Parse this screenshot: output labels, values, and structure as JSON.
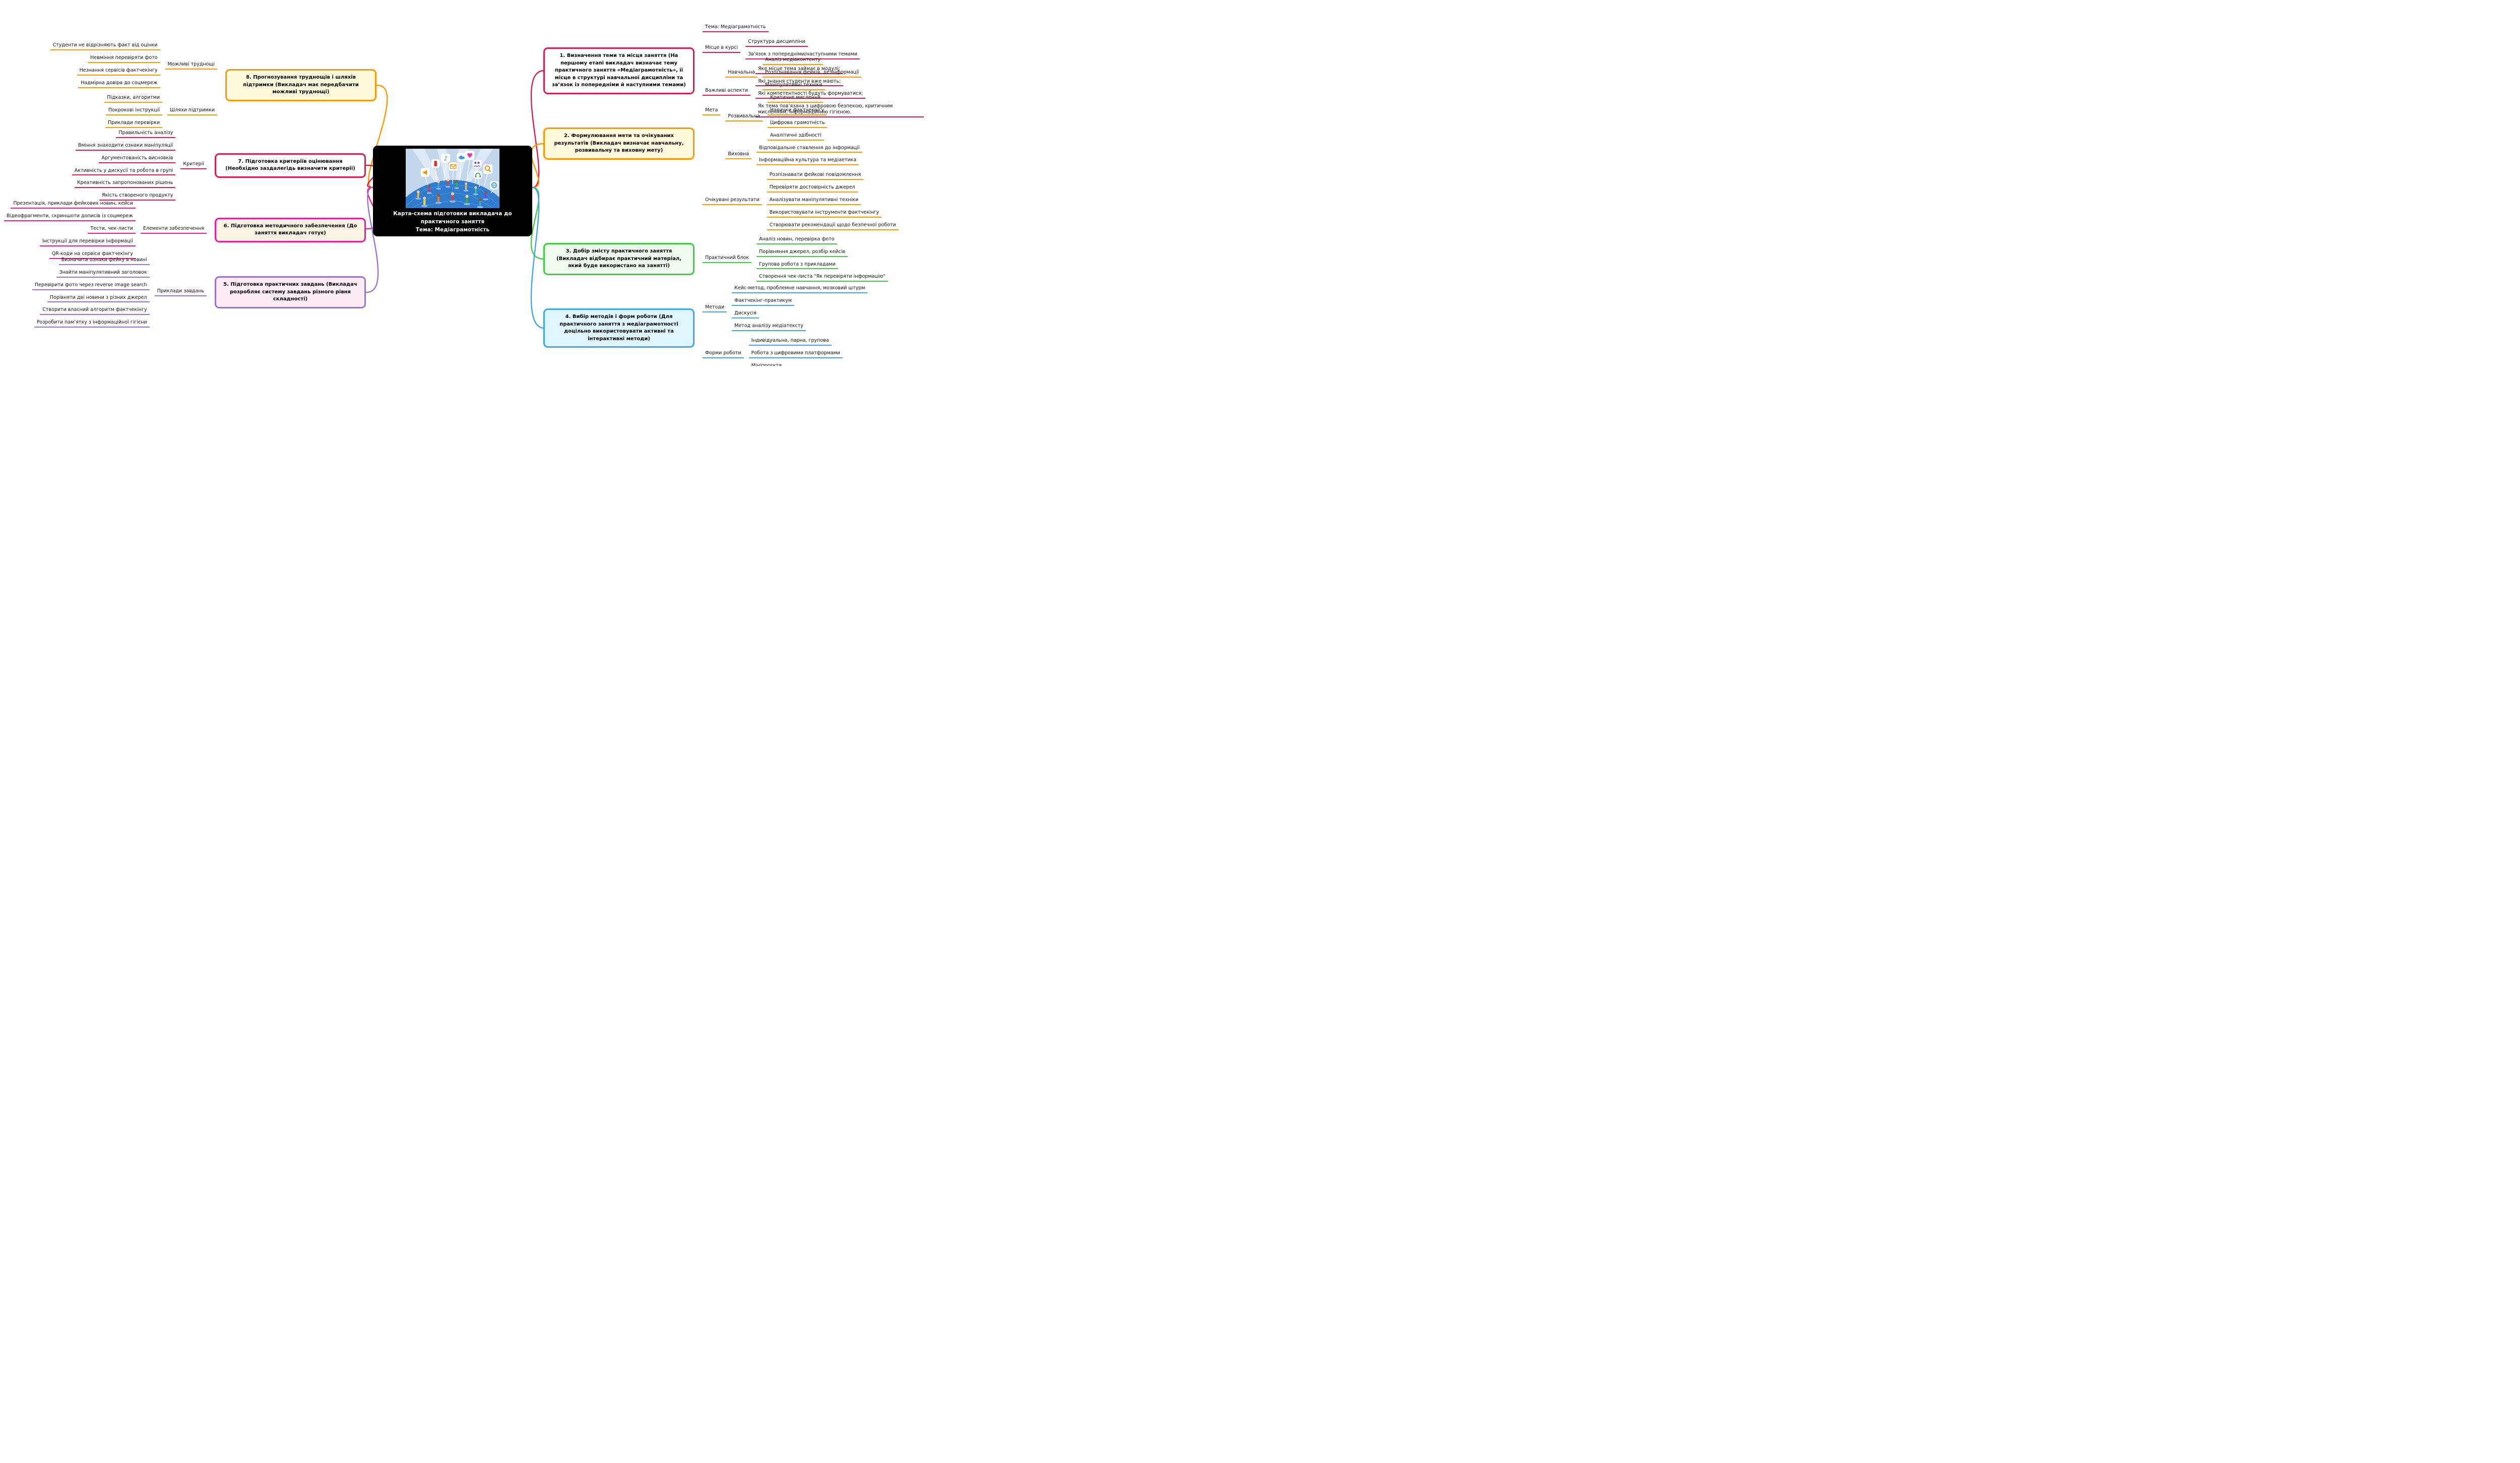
{
  "canvas": {
    "background": "#FFFFFF"
  },
  "center": {
    "title": "Карта-схема підготовки викладача до практичного заняття",
    "topic": "Тема: Медіаграмотність",
    "node_background": "#000000",
    "text_color": "#FFFFFF",
    "illustration_icons": [
      "speaker-icon",
      "phone-icon",
      "music-note-icon",
      "mail-icon",
      "bird-icon",
      "heart-icon",
      "people-icon",
      "headphones-icon",
      "search-icon",
      "globe-icon"
    ]
  },
  "branches": [
    {
      "id": "1",
      "side": "right",
      "color": "#E01A4F",
      "fill": "#FFFFFF",
      "node": "1. Визначення теми та місця заняття (На першому етапі викладач визначає тему практичного заняття «Медіаграмотність», її місце в структурі навчальної дисципліни та зв’язок із попередніми й наступними темами)",
      "groups": [
        {
          "label": null,
          "items": [
            "Тема: Медіаграмотність"
          ]
        },
        {
          "label": "Місце в курсі",
          "items": [
            "Структура дисципліни",
            "Зв'язок з попередніми/наступними темами"
          ]
        },
        {
          "label": "Важливі аспекти",
          "items": [
            "Яке місце тема займає в модулі;",
            "Які знання студенти вже мають;",
            "Які компетентності будуть формуватися;",
            "Як тема пов’язана з цифровою безпекою, критичним мисленням, інформаційною гігієною."
          ]
        }
      ]
    },
    {
      "id": "2",
      "side": "right",
      "color": "#FF9800",
      "fill": "#FFF9DB",
      "node": "2. Формулювання мети та очікуваних результатів (Викладач визначає навчальну, розвивальну та виховну мету)",
      "groups": [
        {
          "label": "Мета",
          "subgroups": [
            {
              "label": "Навчальна",
              "items": [
                "Аналіз медіаконтенту",
                "Розпізнавання фейків, дезінформації",
                "Маніпулятивні техніки"
              ]
            },
            {
              "label": "Розвивальна",
              "items": [
                "Критичне мислення",
                "Навички фактчекінгу",
                "Цифрова грамотність",
                "Аналітичні здібності"
              ]
            },
            {
              "label": "Виховна",
              "items": [
                "Відповідальне ставлення до інформації",
                "Інформаційна культура та медіаетика"
              ]
            }
          ]
        },
        {
          "label": "Очікувані результати",
          "items": [
            "Розпізнавати фейкові повідомлення",
            "Перевіряти достовірність джерел",
            "Аналізувати маніпулятивні техніки",
            "Використовувати інструменти фактчекінгу",
            "Створювати рекомендації щодо безпечної роботи"
          ]
        }
      ]
    },
    {
      "id": "3",
      "side": "right",
      "color": "#41CE41",
      "fill": "#EEFBEE",
      "node": "3. Добір змісту практичного заняття (Викладач відбирає практичний матеріал, який буде використано на занятті)",
      "groups": [
        {
          "label": "Практичний блок",
          "items": [
            "Аналіз новин, перевірка фото",
            "Порівняння джерел, розбір кейсів",
            "Групова робота з прикладами",
            "Створення чек-листа \"Як перевіряти інформацію\""
          ]
        }
      ]
    },
    {
      "id": "4",
      "side": "right",
      "color": "#3FA7F0",
      "fill": "#DFF5FF",
      "node": "4. Вибір методів і форм роботи (Для практичного заняття з медіаграмотності доцільно використовувати активні та інтерактивні методи)",
      "groups": [
        {
          "label": "Методи",
          "items": [
            "Кейс-метод, проблемне навчання, мозковий штурм",
            "Фактчекінг-практикум",
            "Дискусія",
            "Метод аналізу медіатексту"
          ]
        },
        {
          "label": "Форми роботи",
          "items": [
            "Індивідуальна, парна, групова",
            "Робота з цифровими платформами",
            "Мініпроєкти"
          ]
        }
      ]
    },
    {
      "id": "5",
      "side": "left",
      "color": "#9B72D8",
      "fill": "#FBEBF4",
      "node": "5. Підготовка практичних завдань (Викладач розробляє систему завдань різного рівня складності)",
      "groups": [
        {
          "label": "Приклади завдань",
          "items": [
            "Визначити ознаки фейку в новині",
            "Знайти маніпулятивний заголовок",
            "Перевірити фото через reverse image search",
            "Порівняти дві новини з різних джерел",
            "Створити власний алгоритм фактчекінгу",
            "Розробити пам’ятку з інформаційної гігієни"
          ]
        }
      ]
    },
    {
      "id": "6",
      "side": "left",
      "color": "#F5189B",
      "fill": "#FBF3E4",
      "node": "6. Підготовка методичного забезпечення (До заняття викладач готує)",
      "groups": [
        {
          "label": "Елементи забезпечення",
          "items": [
            "Презентація, приклади фейкових новин, кейси",
            "Відеофрагменти, скриншоти дописів із соцмереж",
            "Тести, чек-листи",
            "Інструкції для перевірки інформації",
            "QR-коди на сервіси фактчекінгу"
          ]
        }
      ]
    },
    {
      "id": "7",
      "side": "left",
      "color": "#E01A4F",
      "fill": "#FFFFFF",
      "node": "7. Підготовка критеріїв оцінювання (Необхідно заздалегідь визначити критерії)",
      "groups": [
        {
          "label": "Критерії",
          "items": [
            "Правильність аналізу",
            "Вміння знаходити ознаки маніпуляції",
            "Аргументованість висновків",
            "Активність у дискусії та робота в групі",
            "Креативність запропонованих рішень",
            "Якість створеного продукту"
          ]
        }
      ]
    },
    {
      "id": "8",
      "side": "left",
      "color": "#FF9800",
      "fill": "#FFF9DB",
      "node": "8. Прогнозування труднощів і шляхів підтримки (Викладач має передбачити можливі труднощі)",
      "groups": [
        {
          "label": "Можливі труднощі",
          "items": [
            "Студенти не відрізняють факт від оцінки",
            "Невміння перевіряти фото",
            "Незнання сервісів фактчекінгу",
            "Надмірна довіра до соцмереж"
          ]
        },
        {
          "label": "Шляхи підтримки",
          "items": [
            "Підказки, алгоритми",
            "Покрокові інструкції",
            "Приклади перевірки"
          ]
        }
      ]
    }
  ]
}
